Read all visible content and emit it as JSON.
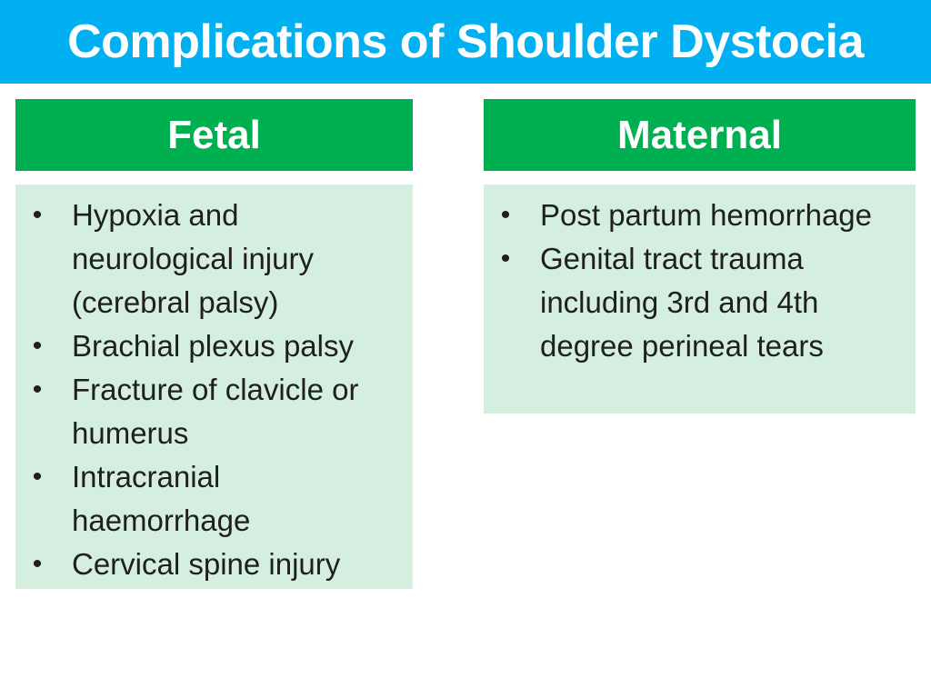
{
  "title": "Complications of Shoulder Dystocia",
  "colors": {
    "title_bar": "#00b0f0",
    "header": "#00b050",
    "box": "#d4efdf"
  },
  "fetal": {
    "header": "Fetal",
    "items": [
      "Hypoxia and neurological injury (cerebral palsy)",
      "Brachial plexus palsy",
      "Fracture of clavicle or humerus",
      "Intracranial haemorrhage",
      "Cervical spine injury"
    ]
  },
  "maternal": {
    "header": "Maternal",
    "items": [
      "Post partum hemorrhage",
      "Genital tract trauma including 3rd and 4th degree perineal tears"
    ]
  }
}
